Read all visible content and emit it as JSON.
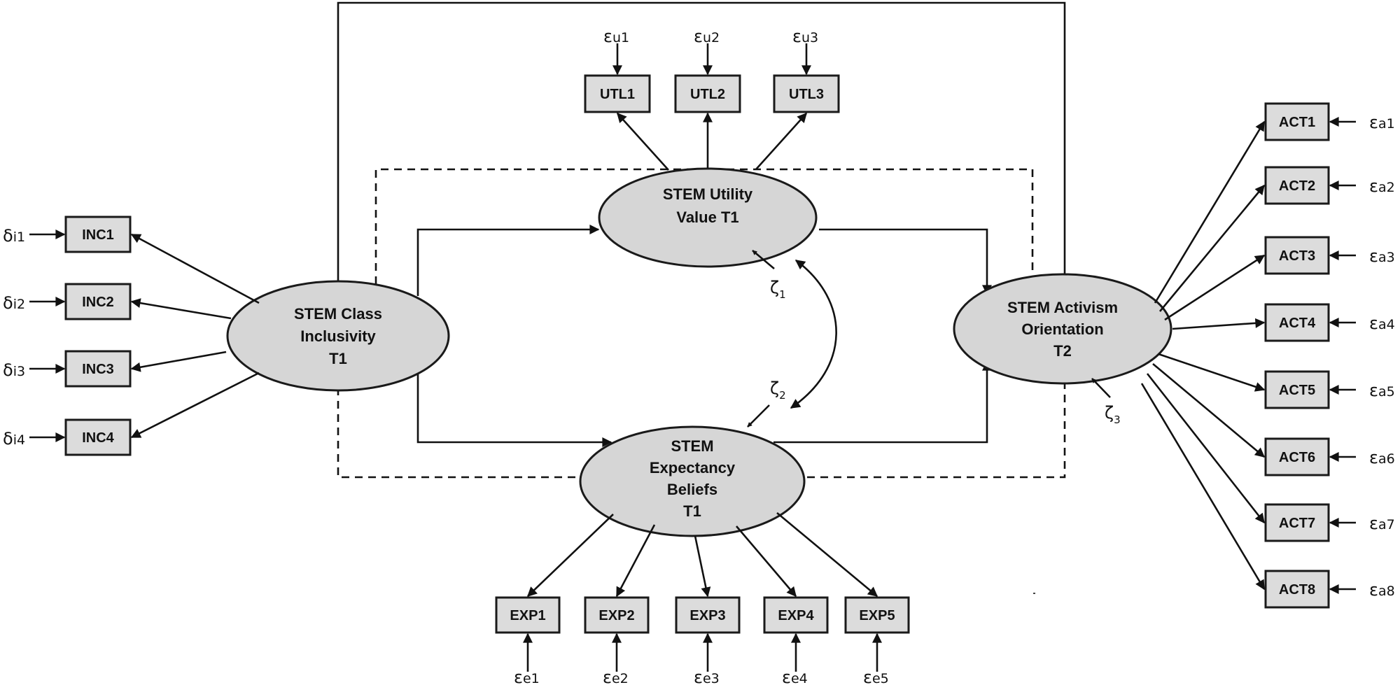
{
  "latents": {
    "inclusivity": [
      "STEM Class",
      "Inclusivity",
      "T1"
    ],
    "utility": [
      "STEM Utility",
      "Value T1"
    ],
    "expectancy": [
      "STEM",
      "Expectancy",
      "Beliefs",
      "T1"
    ],
    "activism": [
      "STEM Activism",
      "Orientation",
      "T2"
    ]
  },
  "indicators": {
    "inc": [
      "INC1",
      "INC2",
      "INC3",
      "INC4"
    ],
    "utl": [
      "UTL1",
      "UTL2",
      "UTL3"
    ],
    "exp": [
      "EXP1",
      "EXP2",
      "EXP3",
      "EXP4",
      "EXP5"
    ],
    "act": [
      "ACT1",
      "ACT2",
      "ACT3",
      "ACT4",
      "ACT5",
      "ACT6",
      "ACT7",
      "ACT8"
    ]
  },
  "errors": {
    "inc": [
      {
        "base": "δ",
        "sub": "i1"
      },
      {
        "base": "δ",
        "sub": "i2"
      },
      {
        "base": "δ",
        "sub": "i3"
      },
      {
        "base": "δ",
        "sub": "i4"
      }
    ],
    "utl": [
      {
        "base": "ε",
        "sub": "u1"
      },
      {
        "base": "ε",
        "sub": "u2"
      },
      {
        "base": "ε",
        "sub": "u3"
      }
    ],
    "exp": [
      {
        "base": "ε",
        "sub": "e1"
      },
      {
        "base": "ε",
        "sub": "e2"
      },
      {
        "base": "ε",
        "sub": "e3"
      },
      {
        "base": "ε",
        "sub": "e4"
      },
      {
        "base": "ε",
        "sub": "e5"
      }
    ],
    "act": [
      {
        "base": "ε",
        "sub": "a1"
      },
      {
        "base": "ε",
        "sub": "a2"
      },
      {
        "base": "ε",
        "sub": "a3"
      },
      {
        "base": "ε",
        "sub": "a4"
      },
      {
        "base": "ε",
        "sub": "a5"
      },
      {
        "base": "ε",
        "sub": "a6"
      },
      {
        "base": "ε",
        "sub": "a7"
      },
      {
        "base": "ε",
        "sub": "a8"
      }
    ]
  },
  "disturbances": [
    {
      "base": "ζ",
      "sub": "1"
    },
    {
      "base": "ζ",
      "sub": "2"
    },
    {
      "base": "ζ",
      "sub": "3"
    }
  ]
}
